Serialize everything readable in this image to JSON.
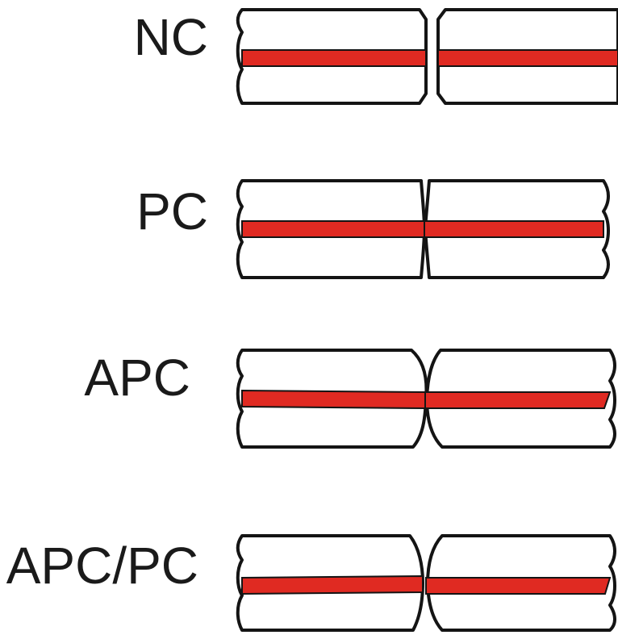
{
  "colors": {
    "fiber_core": "#e02a22",
    "outline": "#141414",
    "background": "#ffffff"
  },
  "connectors": [
    {
      "label": "NC"
    },
    {
      "label": "PC"
    },
    {
      "label": "APC"
    },
    {
      "label": "APC/PC"
    }
  ]
}
